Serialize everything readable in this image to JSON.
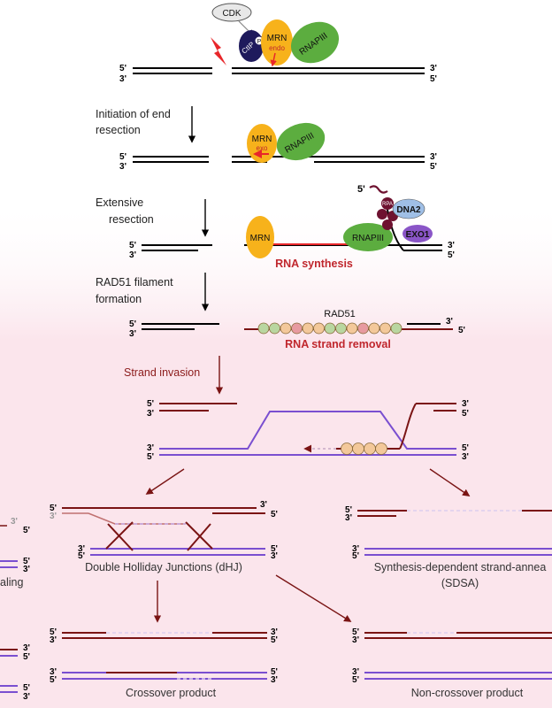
{
  "proteins": {
    "cdk": "CDK",
    "p": "P",
    "ctip": "CtIP",
    "mrn": "MRN",
    "endo": "endo",
    "exo": "exo",
    "rnapii": "RNAPIII",
    "rpa": "RPA",
    "dna2": "DNA2",
    "exo1": "EXO1",
    "rad51": "RAD51"
  },
  "steps": {
    "initiation_1": "Initiation of end",
    "initiation_2": "resection",
    "extensive_1": "Extensive",
    "extensive_2": "resection",
    "rad51_1": "RAD51 filament",
    "rad51_2": "formation",
    "invasion": "Strand invasion"
  },
  "annotations": {
    "rna_synthesis": "RNA synthesis",
    "rna_removal": "RNA strand removal"
  },
  "pathways": {
    "dhj": "Double Holliday Junctions (dHJ)",
    "sdsa_1": "Synthesis-dependent strand-annea",
    "sdsa_2": "(SDSA)",
    "left_cut": "aling",
    "crossover": "Crossover product",
    "noncrossover": "Non-crossover product"
  },
  "ends": {
    "five": "5'",
    "three": "3'"
  },
  "colors": {
    "dna_black": "#000000",
    "dna_dark_red": "#7a1414",
    "dna_purple": "#7a4fd0",
    "rna_red": "#e8262a",
    "mrn_yellow": "#f7b21b",
    "rnap_green": "#5cad3f",
    "ctip_navy": "#1e1a5c",
    "dna2_blue": "#9fbfe6",
    "exo1_purple": "#8a55c7",
    "rpa_maroon": "#6e1230",
    "rad51_fill": "#f3c89a",
    "pink_bg": "#fbe5ec"
  }
}
